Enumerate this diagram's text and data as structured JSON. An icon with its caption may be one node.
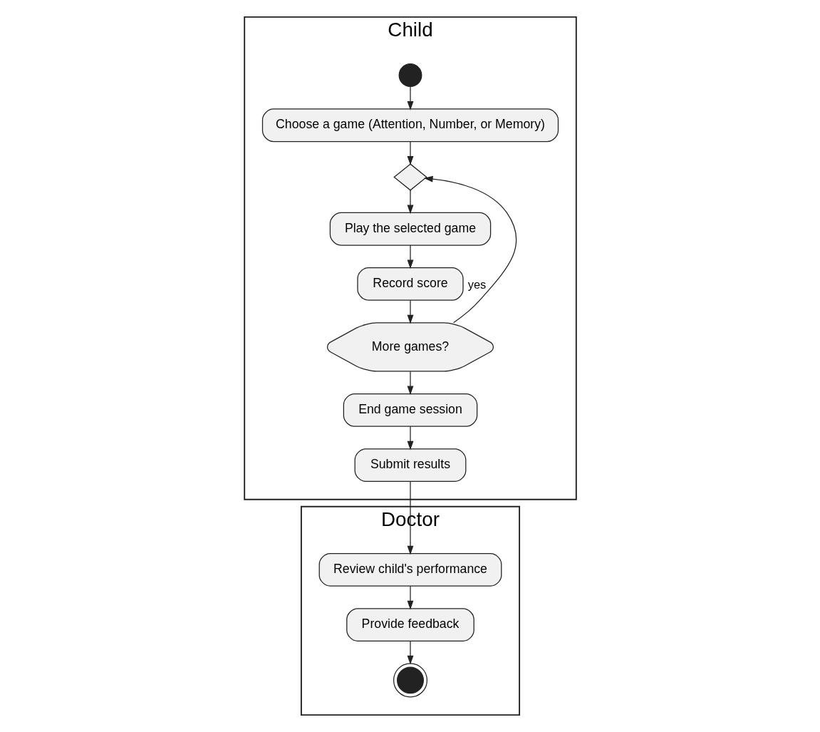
{
  "diagram": {
    "nodes": [
      {
        "text": [
          "Child"
        ]
      },
      {
        "text": [],
        "shape": "circle",
        "in": 0
      },
      {
        "text": [
          "Choose a game (Attention, Number, or Memory)"
        ],
        "in": 0
      },
      {
        "text": [],
        "shape": "diamond",
        "in": 0
      },
      {
        "text": [
          "Play the selected game"
        ],
        "in": 0
      },
      {
        "text": [
          "Record score"
        ],
        "in": 0
      },
      {
        "text": [
          "More games?"
        ],
        "in": 0
      },
      {
        "text": [
          "End game session"
        ],
        "in": 0
      },
      {
        "text": [
          "Submit results"
        ],
        "in": 0
      },
      {
        "text": [
          "Doctor"
        ]
      },
      {
        "text": [
          "Review child's performance"
        ],
        "in": 9
      },
      {
        "text": [
          "Provide feedback"
        ],
        "in": 9
      },
      {
        "text": [],
        "shape": "circle",
        "in": 9
      }
    ],
    "edges": [
      {
        "from": 1,
        "to": 2,
        "arrow": "to"
      },
      {
        "from": 2,
        "to": 3,
        "arrow": "to"
      },
      {
        "from": 3,
        "to": 4,
        "arrow": "to"
      },
      {
        "from": 4,
        "to": 5,
        "arrow": "to"
      },
      {
        "from": 5,
        "to": 6,
        "arrow": "to"
      },
      {
        "from": 6,
        "to": 3,
        "label": "yes",
        "arrow": "to"
      },
      {
        "from": 6,
        "to": 7,
        "arrow": "to"
      },
      {
        "from": 7,
        "to": 8,
        "arrow": "to"
      },
      {
        "from": 8,
        "to": 10,
        "arrow": "to"
      },
      {
        "from": 10,
        "to": 11,
        "arrow": "to"
      },
      {
        "from": 11,
        "to": 12,
        "arrow": "to"
      }
    ]
  }
}
